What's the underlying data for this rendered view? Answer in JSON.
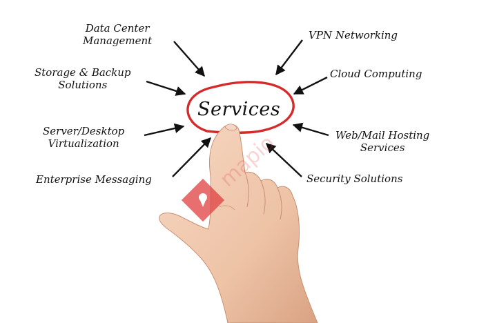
{
  "center_label": "Services",
  "services": [
    {
      "line1": "Data Center",
      "line2": "Management"
    },
    {
      "line1": "VPN Networking"
    },
    {
      "line1": "Storage & Backup",
      "line2": "Solutions"
    },
    {
      "line1": "Cloud Computing"
    },
    {
      "line1": "Server/Desktop",
      "line2": "Virtualization"
    },
    {
      "line1": "Web/Mail Hosting",
      "line2": "Services"
    },
    {
      "line1": "Enterprise Messaging"
    },
    {
      "line1": "Security Solutions"
    }
  ],
  "watermark_text": "mapio",
  "colors": {
    "ellipse": "#d62a2a",
    "ink": "#111111",
    "watermark": "#e04040",
    "skin": "#f1c9ae"
  }
}
